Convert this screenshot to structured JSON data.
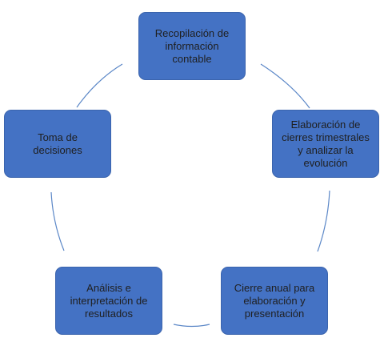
{
  "diagram": {
    "type": "basic-cycle",
    "accent_color": "#4472c4",
    "connector_color": "#5b87c7",
    "nodes": [
      {
        "label": "Recopilación de\ninformación\ncontable"
      },
      {
        "label": "Elaboración de\ncierres trimestrales\ny analizar la\nevolución"
      },
      {
        "label": "Cierre anual para\nelaboración y\npresentación"
      },
      {
        "label": "Análisis e\ninterpretación de\nresultados"
      },
      {
        "label": "Toma de\ndecisiones"
      }
    ]
  }
}
